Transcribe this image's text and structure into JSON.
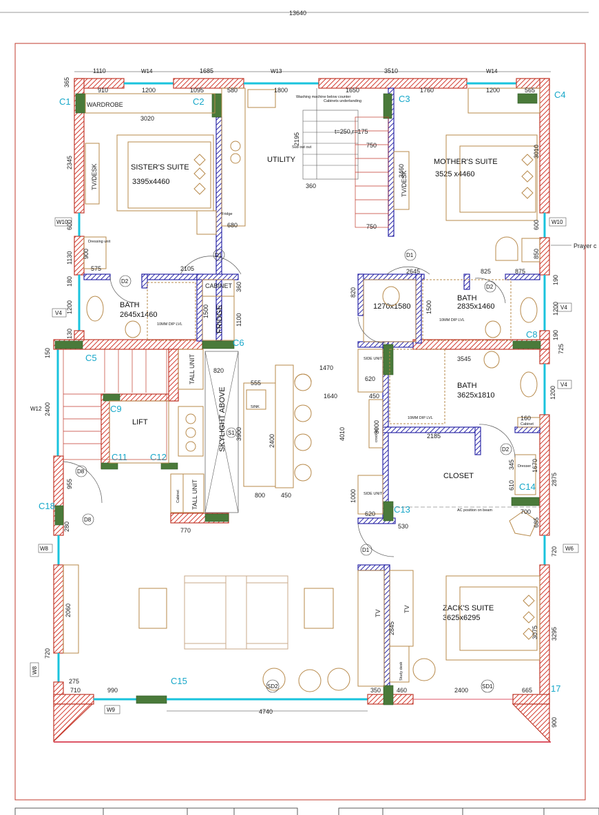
{
  "overall": {
    "width": "13640"
  },
  "top_dims": [
    "1110",
    "1685",
    "3510"
  ],
  "top_windows": [
    "W14",
    "W13",
    "W14"
  ],
  "top_sub_dims": [
    "365",
    "910",
    "1200",
    "1095",
    "580",
    "1800",
    "1650",
    "1760",
    "1200",
    "565"
  ],
  "columns": [
    "C1",
    "C2",
    "C3",
    "C4",
    "C5",
    "C6",
    "C8",
    "C9",
    "C11",
    "C12",
    "C13",
    "C14",
    "C15",
    "C18",
    "17"
  ],
  "rooms": {
    "sister": {
      "name": "SISTER'S SUITE",
      "size": "3395x4460"
    },
    "mother": {
      "name": "MOTHER'S SUITE",
      "size": "3525 x4460"
    },
    "utility": "UTILITY",
    "bath1": {
      "name": "BATH",
      "size": "2645x1460"
    },
    "bath2": {
      "name": "BATH",
      "size": "2835x1460"
    },
    "bath3": {
      "name": "BATH",
      "size": "3625x1810"
    },
    "wc": "1270x1580",
    "lift": "LIFT",
    "closet": "CLOSET",
    "zack": {
      "name": "ZACK'S SUITE",
      "size": "3625x6295"
    }
  },
  "labels": {
    "wardrobe": "WARDROBE",
    "tvdesk_left": "TV/DESK",
    "tvdesk_right": "TV/DESK",
    "cabinet": "CABINET",
    "fridge": "FRIDGE",
    "tall_unit": "TALL UNIT",
    "tall_unit2": "TALL UNIT",
    "skylight": "SKYLIGHT ABOVE",
    "sink": "SINK",
    "side_unit1": "SIDE UNIT",
    "side_unit2": "SIDE UNIT",
    "stair_spec": "t=250,r=175",
    "washing": "Washing machine below counter",
    "cabinets_landing": "Cabinets underlanding",
    "subout": "Sub out out",
    "fridge_small": "Fridge",
    "dressing": "Dressing unit",
    "dressing2": "Dresser",
    "cabinet_small": "Cabinet",
    "cabinet_small2": "Cabinet",
    "crockery": "crockery",
    "dip1": "10MM DIP LVL",
    "dip2": "10MM DIP LVL",
    "dip3": "10MM DIP LVL",
    "ac": "AC position on beam",
    "study": "Study desk",
    "tv1": "TV",
    "tv2": "TV",
    "prayer": "Prayer c"
  },
  "doors": [
    "D1",
    "D1",
    "D1",
    "D2",
    "D2",
    "D2",
    "D8",
    "D8",
    "SD1",
    "SD2",
    "S1"
  ],
  "windows_side": [
    "W10",
    "W10",
    "V4",
    "V4",
    "V4",
    "W12",
    "W8",
    "W8",
    "W6",
    "W9"
  ],
  "dims": {
    "d3020": "3020",
    "d2345": "2345",
    "d600": "600",
    "d1130": "1130",
    "d900": "900",
    "d575": "575",
    "d2105": "2105",
    "d180": "180",
    "d1200": "1200",
    "d130": "130",
    "d1500": "1500",
    "d1100": "1100",
    "d360": "360",
    "d2195": "2195",
    "d750": "750",
    "d750b": "750",
    "d360b": "360",
    "d3460": "3460",
    "d3010": "3010",
    "d680": "680",
    "d2645": "2645",
    "d825": "825",
    "d875": "875",
    "d850": "850",
    "d820": "820",
    "d1500b": "1500",
    "d190": "190",
    "d1200b": "1200",
    "d190b": "190",
    "d725": "725",
    "d150": "150",
    "d2400": "2400",
    "d820b": "820",
    "d1470": "1470",
    "d555": "555",
    "d620": "620",
    "d1640": "1640",
    "d450": "450",
    "d3545": "3545",
    "d1200c": "1200",
    "d3900": "3900",
    "d2400b": "2400",
    "d4010": "4010",
    "d3000": "3000",
    "d2185": "2185",
    "d160": "160",
    "d1670": "1670",
    "d2875": "2875",
    "d345": "345",
    "d610": "610",
    "d955": "955",
    "d280": "280",
    "d800": "800",
    "d450b": "450",
    "d1000": "1000",
    "d620b": "620",
    "d530": "530",
    "d700": "700",
    "d685": "685",
    "d720": "720",
    "d770": "770",
    "d2060": "2060",
    "d2845": "2845",
    "d3075": "3075",
    "d3295": "3295",
    "d720b": "720",
    "d275": "275",
    "d710": "710",
    "d990": "990",
    "d350": "350",
    "d460": "460",
    "d2400c": "2400",
    "d665": "665",
    "d4740": "4740",
    "d900b": "900"
  }
}
